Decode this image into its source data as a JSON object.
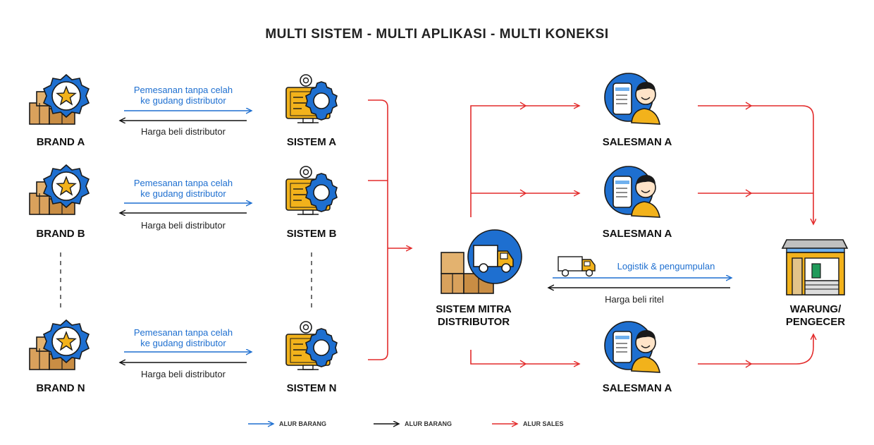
{
  "title": "MULTI SISTEM - MULTI APLIKASI - MULTI KONEKSI",
  "brands": [
    {
      "label": "BRAND A"
    },
    {
      "label": "BRAND B"
    },
    {
      "label": "BRAND N"
    }
  ],
  "systems": [
    {
      "label": "SISTEM A"
    },
    {
      "label": "SISTEM B"
    },
    {
      "label": "SISTEM N"
    }
  ],
  "order_text_line1": "Pemesanan tanpa celah",
  "order_text_line2": "ke gudang distributor",
  "price_text": "Harga beli distributor",
  "distributor": {
    "line1": "SISTEM MITRA",
    "line2": "DISTRIBUTOR"
  },
  "salesmen": [
    {
      "label": "SALESMAN A"
    },
    {
      "label": "SALESMAN A"
    },
    {
      "label": "SALESMAN A"
    }
  ],
  "logistics_text": "Logistik & pengumpulan",
  "retail_price_text": "Harga beli ritel",
  "retailer": {
    "line1": "WARUNG/",
    "line2": "PENGECER"
  },
  "legend": [
    {
      "label": "ALUR BARANG",
      "color": "#1e6fd0"
    },
    {
      "label": "ALUR BARANG",
      "color": "#111111"
    },
    {
      "label": "ALUR SALES",
      "color": "#e32b2b"
    }
  ],
  "colors": {
    "blue": "#1e6fd0",
    "red": "#e32b2b",
    "gold": "#f2b21b",
    "box": "#d9a15c",
    "badge": "#1e6fd0"
  }
}
